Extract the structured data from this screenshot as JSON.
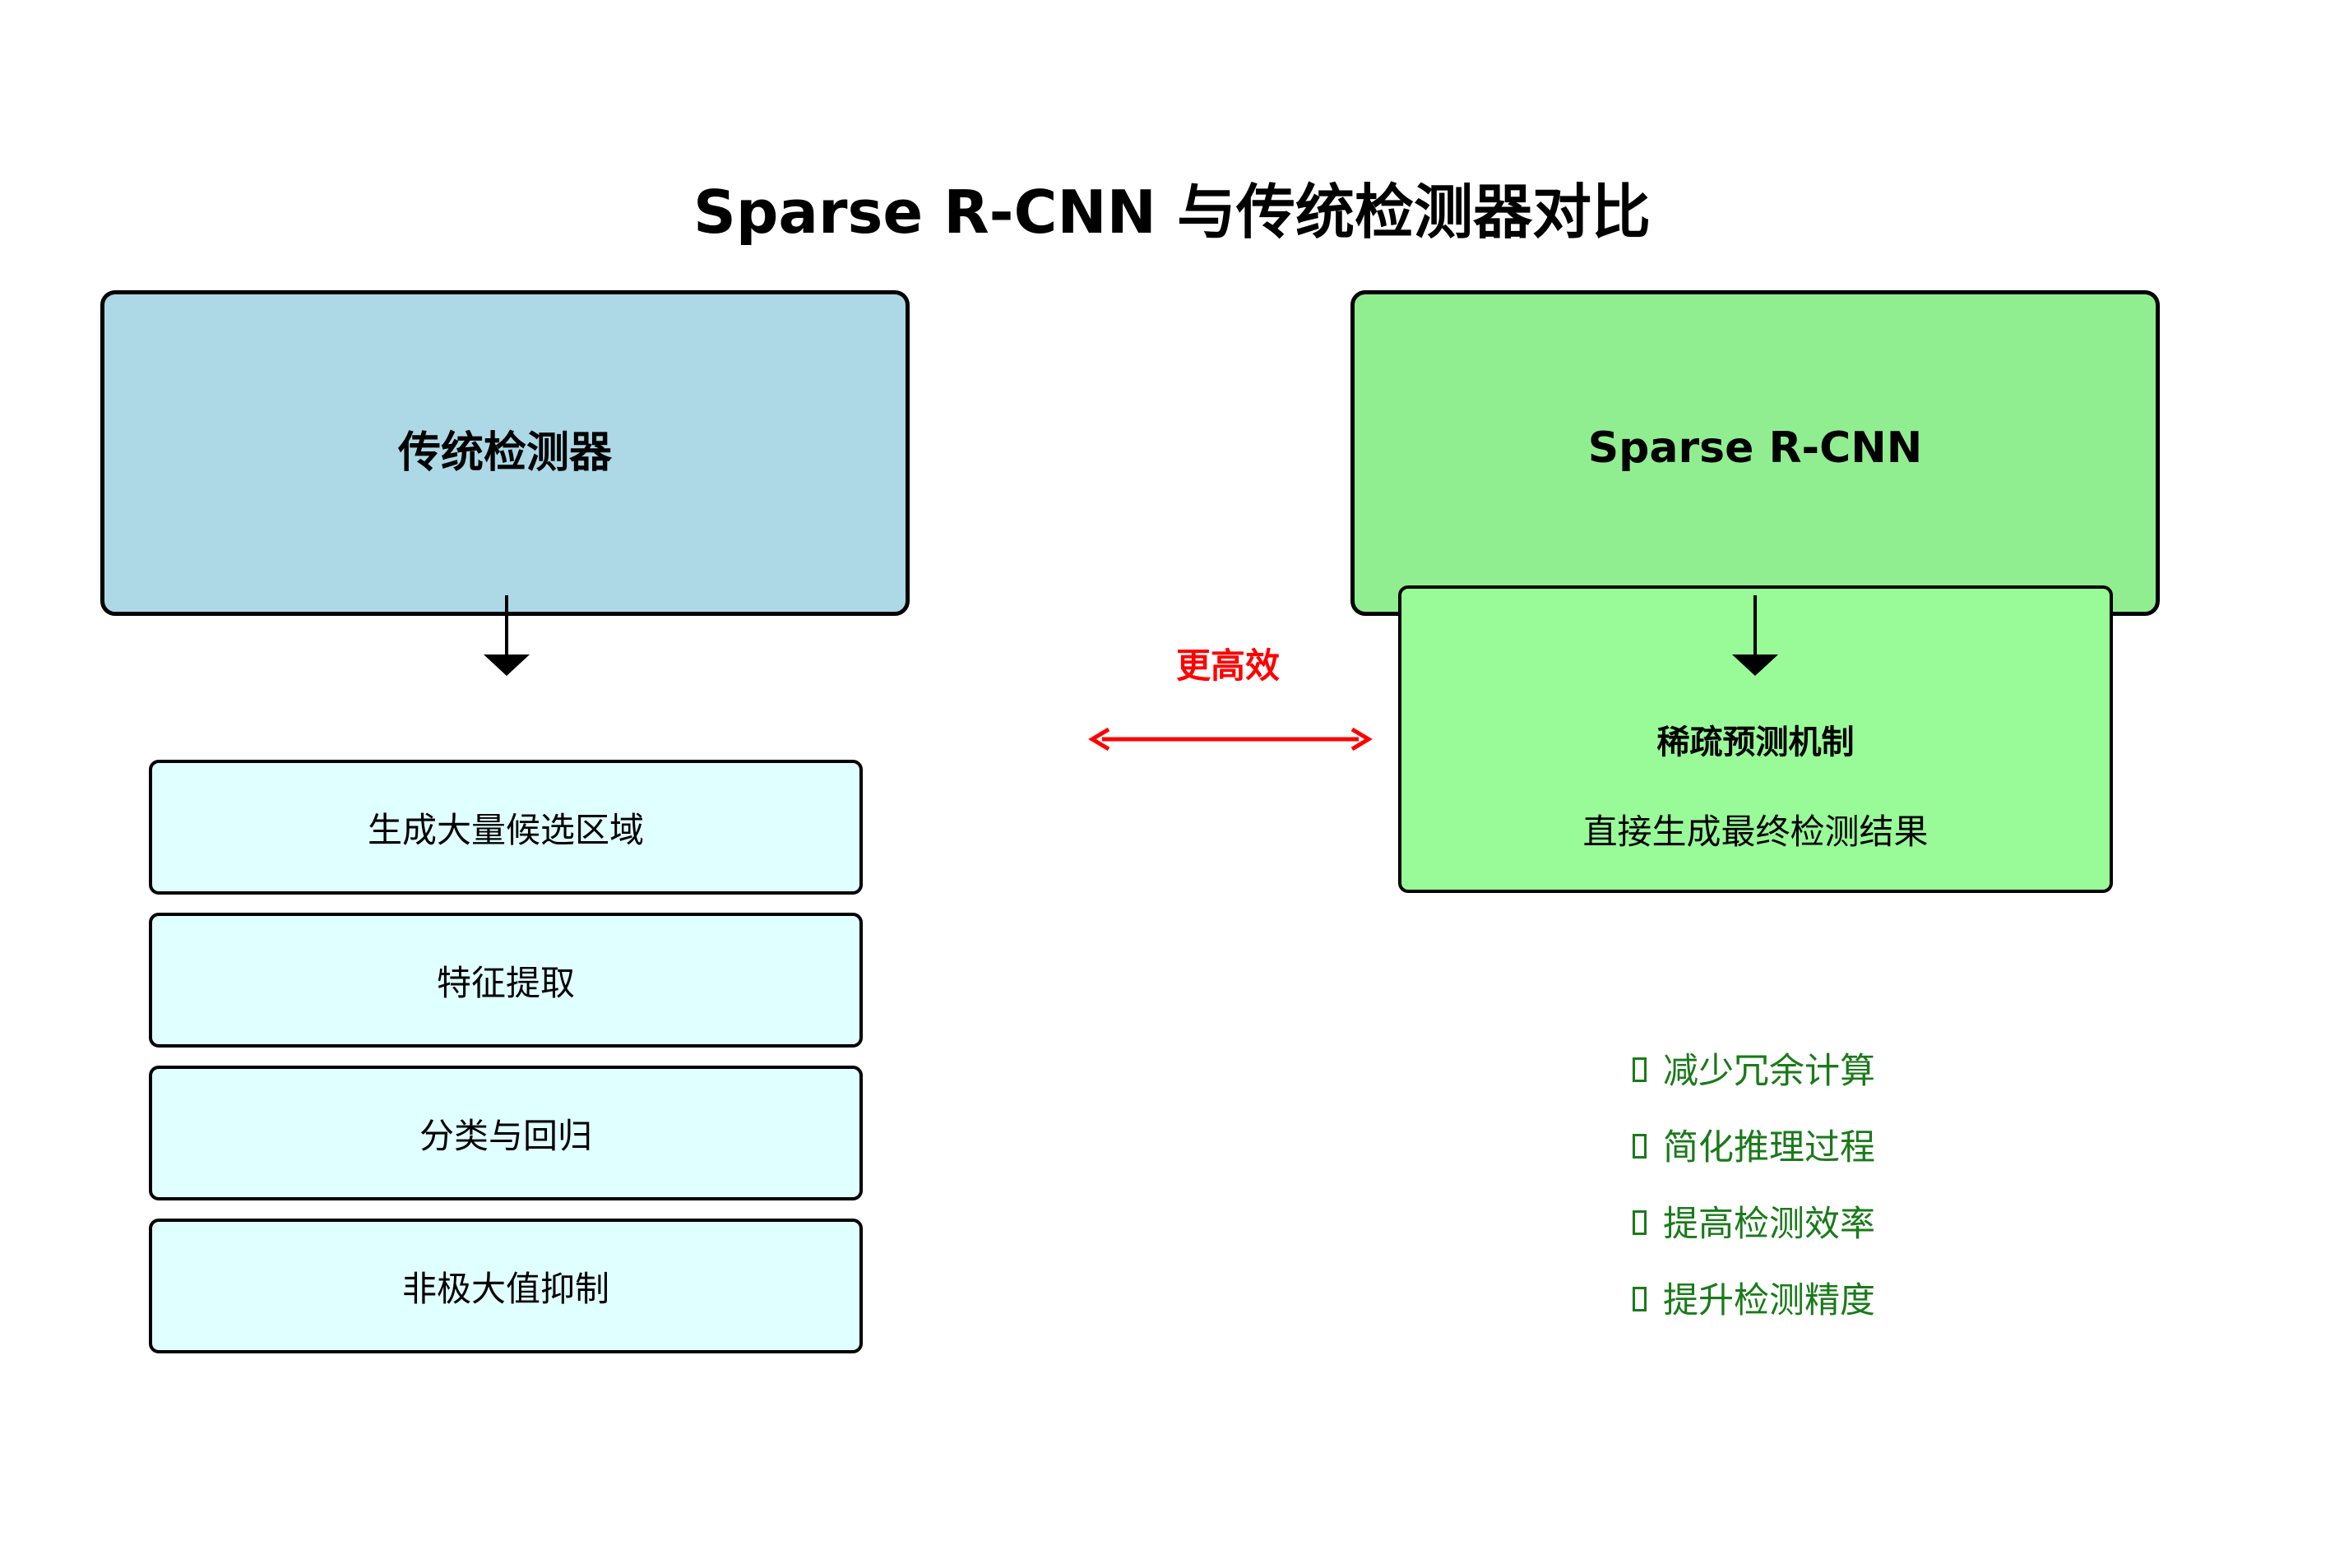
{
  "title": "Sparse R-CNN 与传统检测器对比",
  "traditional": {
    "label": "传统检测器",
    "steps": [
      "生成大量候选区域",
      "特征提取",
      "分类与回归",
      "非极大值抑制"
    ]
  },
  "sparse": {
    "label": "Sparse R-CNN",
    "mechanism_title": "稀疏预测机制",
    "mechanism_desc": "直接生成最终检测结果"
  },
  "comparison": {
    "label": "更高效"
  },
  "benefits": [
    "减少冗余计算",
    "简化推理过程",
    "提高检测效率",
    "提升检测精度"
  ],
  "colors": {
    "traditional_fill": "#add8e6",
    "traditional_step_fill": "#e0ffff",
    "sparse_fill": "#90ee90",
    "sparse_sub_fill": "#98fb98",
    "comparison_arrow": "#ff0000",
    "benefit_text": "#1a7a1a"
  },
  "icons": {
    "benefit_bullet": "square-outline-icon"
  }
}
